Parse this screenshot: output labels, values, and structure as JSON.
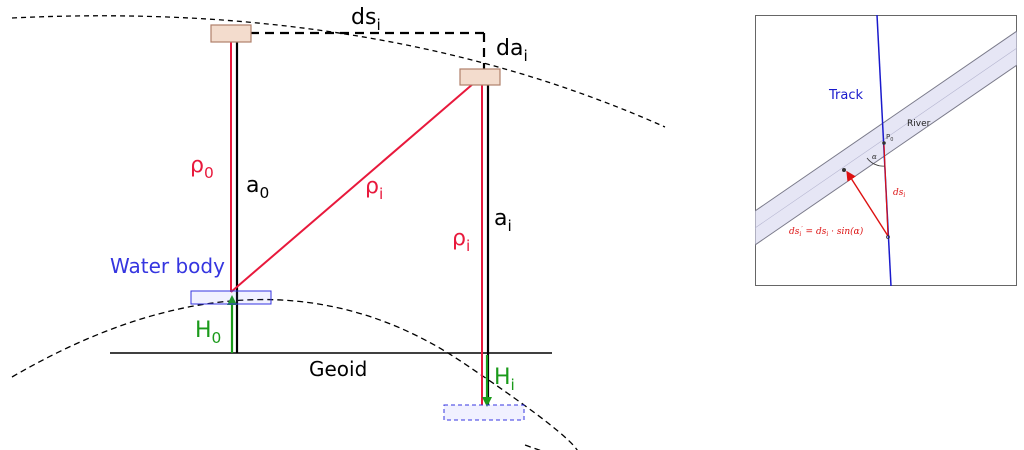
{
  "main": {
    "labels": {
      "ds": {
        "base": "ds",
        "sub": "i"
      },
      "da": {
        "base": "da",
        "sub": "i"
      },
      "rho0": {
        "base": "ρ",
        "sub": "0"
      },
      "a0": {
        "base": "a",
        "sub": "0"
      },
      "rhoi_diag": {
        "base": "ρ",
        "sub": "i"
      },
      "rhoi_vert": {
        "base": "ρ",
        "sub": "i"
      },
      "ai": {
        "base": "a",
        "sub": "i"
      },
      "h0": {
        "base": "H",
        "sub": "0"
      },
      "hi": {
        "base": "H",
        "sub": "i"
      },
      "water_body": "Water body",
      "geoid": "Geoid"
    },
    "colors": {
      "range": "#e8193c",
      "height": "#1a9a1a",
      "water": "#3535e0",
      "satellite_fill": "#f3dccd",
      "satellite_stroke": "#b0806a",
      "line": "#000000"
    }
  },
  "inset": {
    "track_label": "Track",
    "river_label": "River",
    "p0_label": "P",
    "p0_sub": "0",
    "alpha_label": "α",
    "ds_label": "ds",
    "ds_sub": "i",
    "formula": {
      "lhs_base": "ds",
      "lhs_sub": "i",
      "lhs_prime": "′",
      "equals": " = ",
      "rhs_base": "ds",
      "rhs_sub": "i",
      "rhs_rest": " · sin(α)"
    },
    "colors": {
      "track": "#1a1acc",
      "river_fill": "#e6e6f5",
      "river_stroke": "#7a7a8a",
      "vector": "#dd1111"
    }
  }
}
